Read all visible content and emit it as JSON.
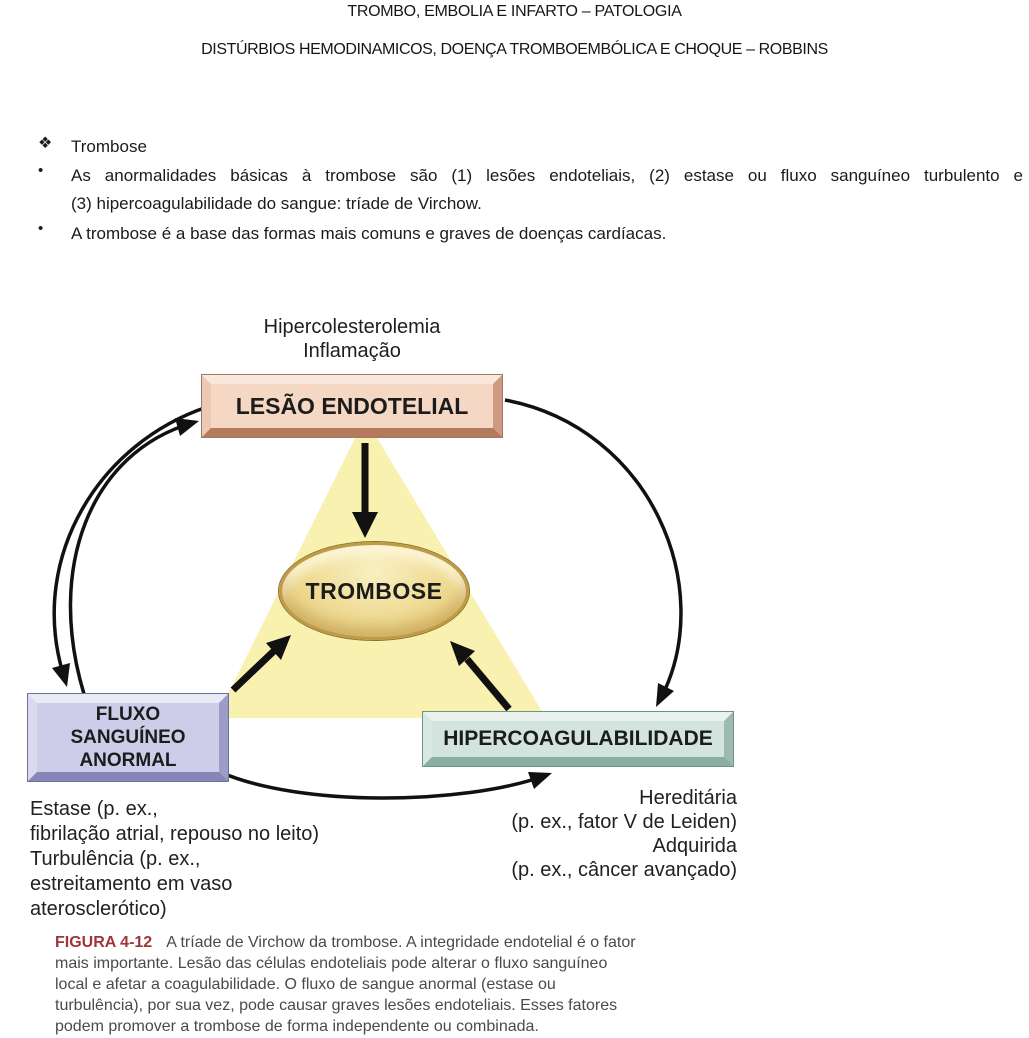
{
  "page": {
    "title": "TROMBO, EMBOLIA E INFARTO – PATOLOGIA",
    "subtitle": "DISTÚRBIOS HEMODINAMICOS, DOENÇA TROMBOEMBÓLICA E CHOQUE – ROBBINS"
  },
  "bullets": {
    "heading_marker": "❖",
    "heading": "Trombose",
    "dot_marker": "•",
    "item1_line1": "As anormalidades básicas à trombose são (1) lesões endoteliais, (2) estase ou fluxo sanguíneo turbulento e",
    "item1_line2": "(3) hipercoagulabilidade do sangue: tríade de Virchow.",
    "item2": "A trombose é a base das formas mais comuns e graves de doenças cardíacas."
  },
  "figure": {
    "top_labels": [
      "Hipercolesterolemia",
      "Inflamação"
    ],
    "box_endothelial": "LESÃO ENDOTELIAL",
    "center_label": "TROMBOSE",
    "box_flow_lines": [
      "FLUXO",
      "SANGUÍNEO",
      "ANORMAL"
    ],
    "box_hypercoagulability": "HIPERCOAGULABILIDADE",
    "stasis_lines": [
      "Estase (p. ex.,",
      "fibrilação atrial, repouso no leito)",
      "Turbulência (p. ex.,",
      "estreitamento em vaso",
      "aterosclerótico)"
    ],
    "hereditary_lines": [
      "Hereditária",
      "(p. ex., fator V de Leiden)",
      "Adquirida",
      "(p. ex., câncer avançado)"
    ],
    "colors": {
      "endothelial_fill": "#f4d8c4",
      "endothelial_bevel_dark": "#b5795e",
      "flow_fill": "#cdcdea",
      "flow_bevel_dark": "#8787b7",
      "hyper_fill": "#d3e3dd",
      "hyper_bevel_dark": "#8aada4",
      "ellipse_fill": "#efd98f",
      "ellipse_border": "#bf9b45",
      "triangle_fill": "#f8f1b0",
      "arrow_color": "#111111"
    }
  },
  "caption": {
    "label": "FIGURA 4-12",
    "label_color": "#9e353b",
    "lines": [
      "A tríade de Virchow da trombose. A integridade endotelial é o fator",
      "mais importante. Lesão das células endoteliais pode alterar o fluxo sanguíneo",
      "local e afetar a coagulabilidade. O fluxo de sangue anormal (estase ou",
      "turbulência), por sua vez, pode causar graves lesões endoteliais. Esses fatores",
      "podem promover a trombose de forma independente ou combinada."
    ]
  }
}
